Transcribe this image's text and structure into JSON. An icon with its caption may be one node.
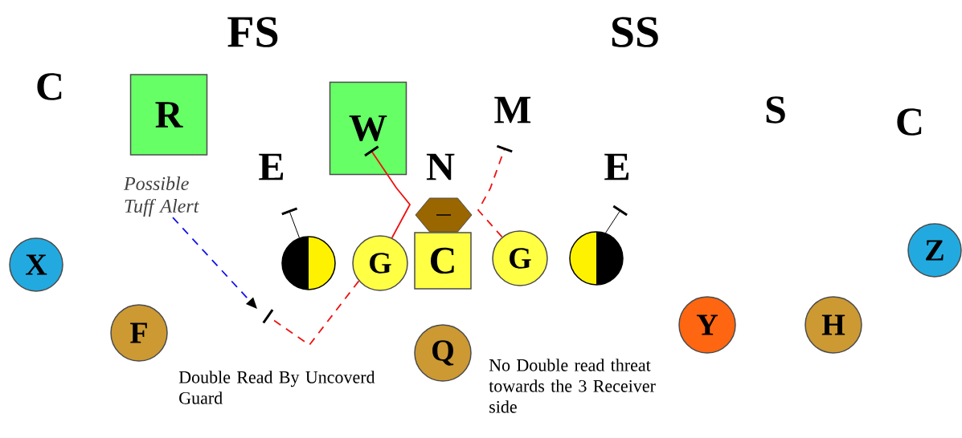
{
  "diagram": {
    "nodes": [
      {
        "text": [
          "FS"
        ]
      },
      {
        "text": [
          "SS"
        ]
      },
      {
        "text": [
          "C"
        ]
      },
      {
        "text": [
          "R"
        ]
      },
      {
        "text": [
          "W"
        ]
      },
      {
        "text": [
          "M"
        ]
      },
      {
        "text": [
          "S"
        ]
      },
      {
        "text": [
          "C"
        ]
      },
      {
        "text": [
          "E"
        ]
      },
      {
        "text": [
          "N"
        ]
      },
      {
        "text": [
          "E"
        ]
      },
      {
        "text": [
          "Possible Tuff Alert"
        ]
      },
      {
        "text": [],
        "shape": "hexagon"
      },
      {
        "text": [
          "X"
        ]
      },
      {
        "text": [],
        "shape": "circle"
      },
      {
        "text": [
          "G"
        ]
      },
      {
        "text": [
          "C"
        ]
      },
      {
        "text": [
          "G"
        ]
      },
      {
        "text": [],
        "shape": "circle"
      },
      {
        "text": [
          "Z"
        ]
      },
      {
        "text": [
          "Y"
        ]
      },
      {
        "text": [
          "H"
        ]
      },
      {
        "text": [
          "F"
        ]
      },
      {
        "text": [
          "Q"
        ]
      }
    ],
    "edges": [
      {
        "from": 14,
        "to": null,
        "arrow": "other",
        "color": "#000000"
      },
      {
        "from": 18,
        "to": null,
        "arrow": "other",
        "color": "#000000"
      },
      {
        "from": 15,
        "to": 4,
        "arrow": "other",
        "color": "#ee1111"
      },
      {
        "from": 17,
        "to": 5,
        "arrow": "other",
        "style": "dashed",
        "color": "#ee1111"
      },
      {
        "from": 15,
        "to": null,
        "arrow": "other",
        "style": "dashed",
        "color": "#ee1111"
      },
      {
        "from": 11,
        "to": null,
        "arrow": "to",
        "style": "dashed",
        "color": "#1111ee"
      }
    ],
    "labels": [
      "Double Read By Uncoverd Guard",
      "No Double read threat towards the 3 Receiver side"
    ]
  }
}
